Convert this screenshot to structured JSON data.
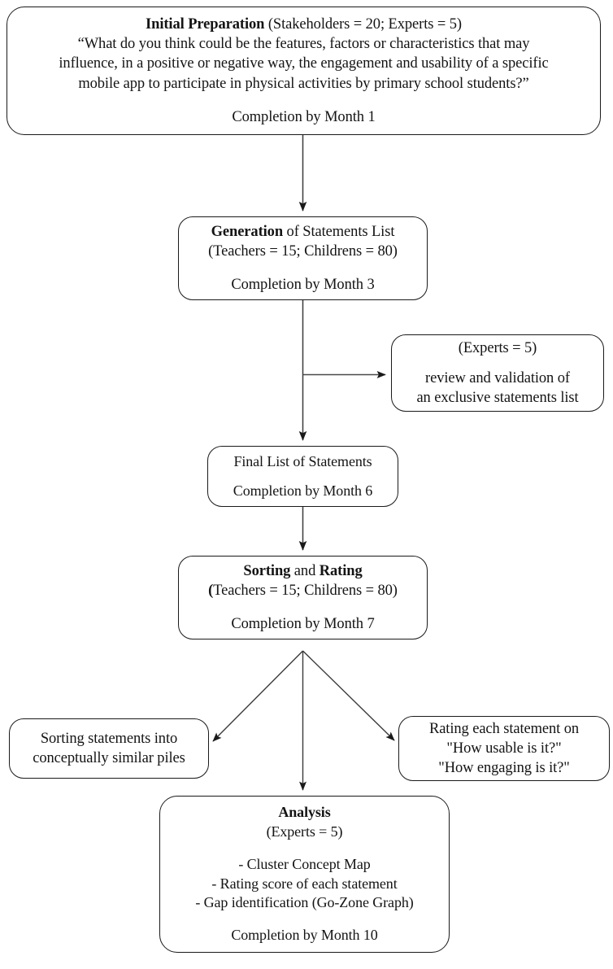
{
  "figure": {
    "type": "flowchart",
    "title": "Concept mapping study procedure flowchart",
    "stroke_color": "#1a1a1a",
    "background_color": "#ffffff"
  },
  "nodes": {
    "initial": {
      "heading": "Initial Preparation",
      "participants": " (Stakeholders = 20; Experts = 5)",
      "question": "“What do you think could be the features, factors or characteristics that may influence, in a positive or negative way, the engagement and usability of a specific mobile app to participate in physical activities by primary school students?”",
      "question_line_1": "“What do you think could be the features, factors or characteristics that may",
      "question_line_2": "influence, in a positive or negative way, the engagement and usability of a specific",
      "question_line_3": "mobile app to participate in physical activities by primary school students?”",
      "completion": "Completion by Month 1"
    },
    "generation": {
      "heading": "Generation",
      "heading_rest": " of Statements List",
      "participants": "(Teachers = 15; Childrens = 80)",
      "completion": "Completion by Month 3"
    },
    "experts_review": {
      "participants": "(Experts = 5)",
      "line_1": "review and validation of",
      "line_2": "an exclusive statements list"
    },
    "final_list": {
      "title": "Final List of Statements",
      "completion": "Completion by Month 6"
    },
    "sorting_rating": {
      "heading_1": "Sorting",
      "heading_mid": " and ",
      "heading_2": "Rating",
      "participants_open": "(",
      "participants": "Teachers = 15; Childrens = 80)",
      "completion": "Completion by Month 7"
    },
    "sorting_piles": {
      "line_1": "Sorting statements into",
      "line_2": "conceptually similar piles"
    },
    "rating_questions": {
      "line_1": "Rating each statement on",
      "line_2": "\"How usable is it?\"",
      "line_3": "\"How engaging is it?\""
    },
    "analysis": {
      "heading": "Analysis",
      "participants": "(Experts = 5)",
      "bullet_1": "- Cluster Concept Map",
      "bullet_2": "- Rating score of each statement",
      "bullet_3": "- Gap identification (Go-Zone Graph)",
      "completion": "Completion by Month 10"
    }
  },
  "edges": [
    {
      "name": "initial-to-generation",
      "from": "initial",
      "to": "generation",
      "style": "vertical-arrow"
    },
    {
      "name": "generation-to-experts",
      "from": "generation",
      "to": "experts_review",
      "style": "elbow-right-arrow"
    },
    {
      "name": "generation-to-final-list",
      "from": "generation",
      "to": "final_list",
      "style": "vertical-arrow"
    },
    {
      "name": "final-list-to-sorting",
      "from": "final_list",
      "to": "sorting_rating",
      "style": "vertical-arrow"
    },
    {
      "name": "sorting-to-sorting-piles",
      "from": "sorting_rating",
      "to": "sorting_piles",
      "style": "diagonal-left-arrow"
    },
    {
      "name": "sorting-to-rating-questions",
      "from": "sorting_rating",
      "to": "rating_questions",
      "style": "diagonal-right-arrow"
    },
    {
      "name": "sorting-to-analysis",
      "from": "sorting_rating",
      "to": "analysis",
      "style": "vertical-arrow"
    }
  ]
}
